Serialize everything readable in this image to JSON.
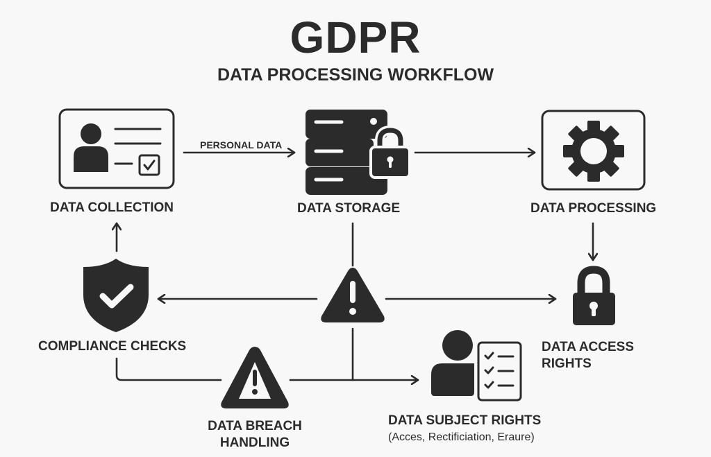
{
  "header": {
    "title": "GDPR",
    "subtitle": "DATA PROCESSING WORKFLOW"
  },
  "nodes": {
    "collection": {
      "label": "DATA COLLECTION",
      "icon": "id-card-icon"
    },
    "storage": {
      "label": "DATA STORAGE",
      "icon": "server-lock-icon"
    },
    "processing": {
      "label": "DATA PROCESSING",
      "icon": "gear-icon"
    },
    "access": {
      "label_line1": "DATA ACCESS",
      "label_line2": "RIGHTS",
      "icon": "padlock-icon"
    },
    "compliance": {
      "label": "COMPLIANCE CHECKS",
      "icon": "shield-check-icon"
    },
    "breach": {
      "label_line1": "DATA BREACH",
      "label_line2": "HANDLING",
      "icon": "warning-icon"
    },
    "subject": {
      "label": "DATA SUBJECT RIGHTS",
      "note": "(Acces, Rectificiation, Eraure)",
      "icon": "person-checklist-icon"
    },
    "hub": {
      "icon": "warning-icon"
    }
  },
  "edges": {
    "collection_to_storage": "PERSONAL DATA"
  },
  "colors": {
    "ink": "#2b2b2b",
    "background": "#f8f8f8"
  }
}
